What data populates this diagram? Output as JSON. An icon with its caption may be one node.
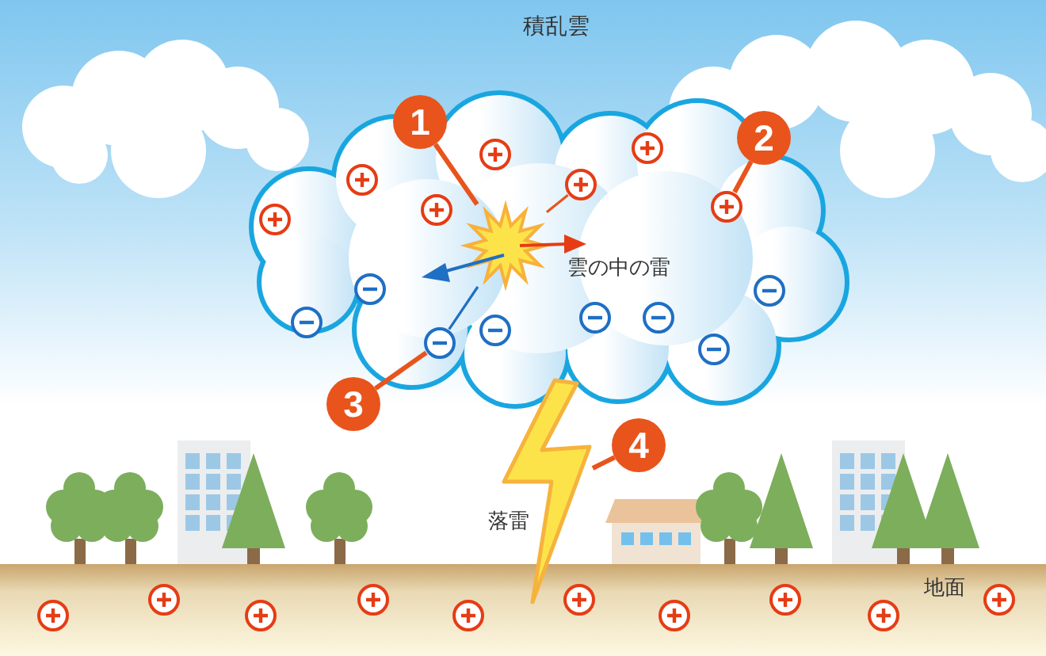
{
  "diagram": {
    "nodes": [
      {
        "text": [
          "積乱雲"
        ]
      },
      {
        "text": [
          "1"
        ],
        "in": 0
      },
      {
        "text": [
          "2"
        ],
        "in": 0
      },
      {
        "text": [],
        "shape": "picture",
        "in": 0,
        "beside": [
          "雲の中の雷"
        ]
      },
      {
        "text": [],
        "shape": "circle",
        "in": 0
      },
      {
        "text": [],
        "shape": "circle",
        "in": 0
      },
      {
        "text": [],
        "shape": "circle",
        "in": 0
      },
      {
        "text": [
          "3"
        ]
      },
      {
        "text": [
          "4"
        ]
      },
      {
        "text": [],
        "shape": "picture",
        "beside": [
          "落雷"
        ]
      },
      {
        "text": [
          "地面"
        ]
      }
    ],
    "edges": [
      {
        "from": 1,
        "to": 3,
        "arrow": "none"
      },
      {
        "from": 2,
        "to": 5,
        "arrow": "none"
      },
      {
        "from": 3,
        "to": 4,
        "arrow": "none"
      },
      {
        "from": 3,
        "to": 6,
        "arrow": "none",
        "color": "#1f6fc4"
      },
      {
        "from": 7,
        "to": 6,
        "arrow": "none"
      },
      {
        "from": 8,
        "to": 9,
        "arrow": "none"
      }
    ]
  }
}
